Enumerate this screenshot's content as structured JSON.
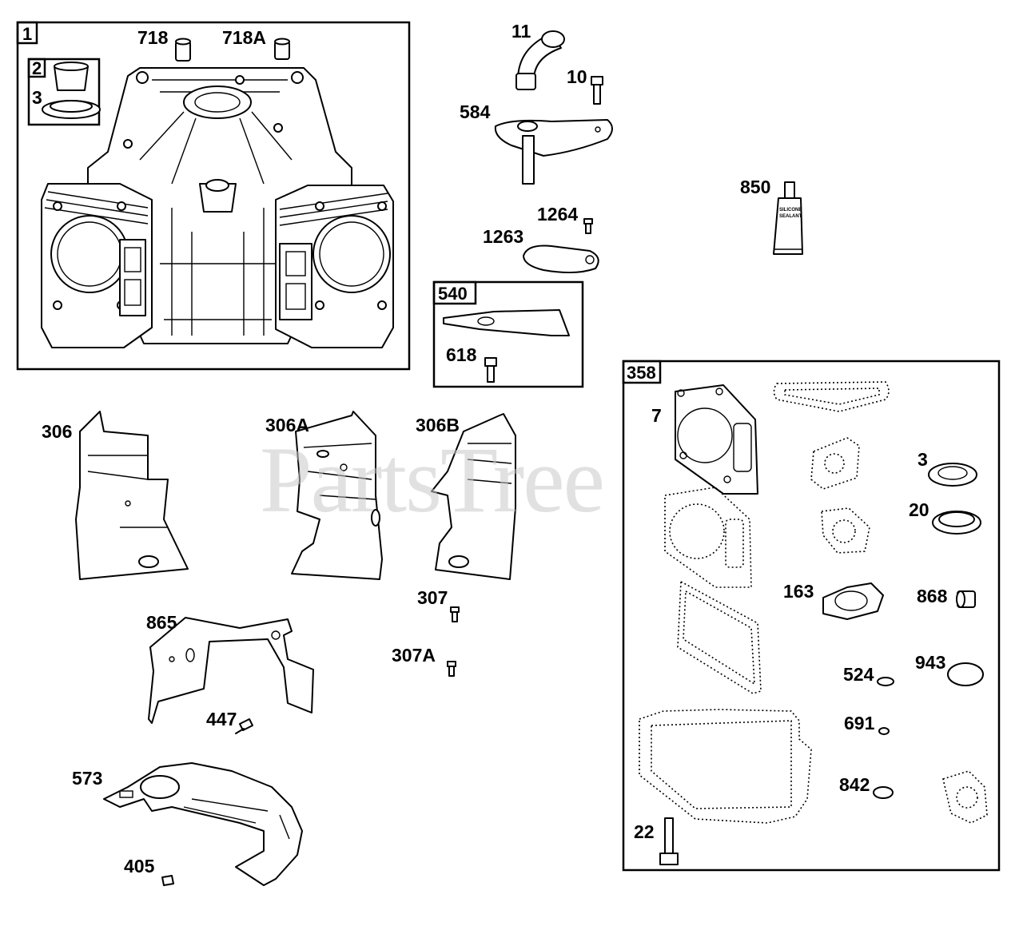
{
  "watermark": "PartsTree",
  "groups": {
    "box_1": "1",
    "box_2": "2",
    "box_540": "540",
    "box_358": "358"
  },
  "labels": {
    "p718": "718",
    "p718a": "718A",
    "p3a": "3",
    "p11": "11",
    "p10": "10",
    "p584": "584",
    "p1264": "1264",
    "p1263": "1263",
    "p850": "850",
    "p618": "618",
    "p306": "306",
    "p306a": "306A",
    "p306b": "306B",
    "p307": "307",
    "p307a": "307A",
    "p865": "865",
    "p447": "447",
    "p573": "573",
    "p405": "405",
    "p7": "7",
    "p3b": "3",
    "p20": "20",
    "p163": "163",
    "p868": "868",
    "p524": "524",
    "p943": "943",
    "p691": "691",
    "p842": "842",
    "p22": "22"
  },
  "sealant_text": [
    "SILICONE",
    "SEALANT"
  ]
}
